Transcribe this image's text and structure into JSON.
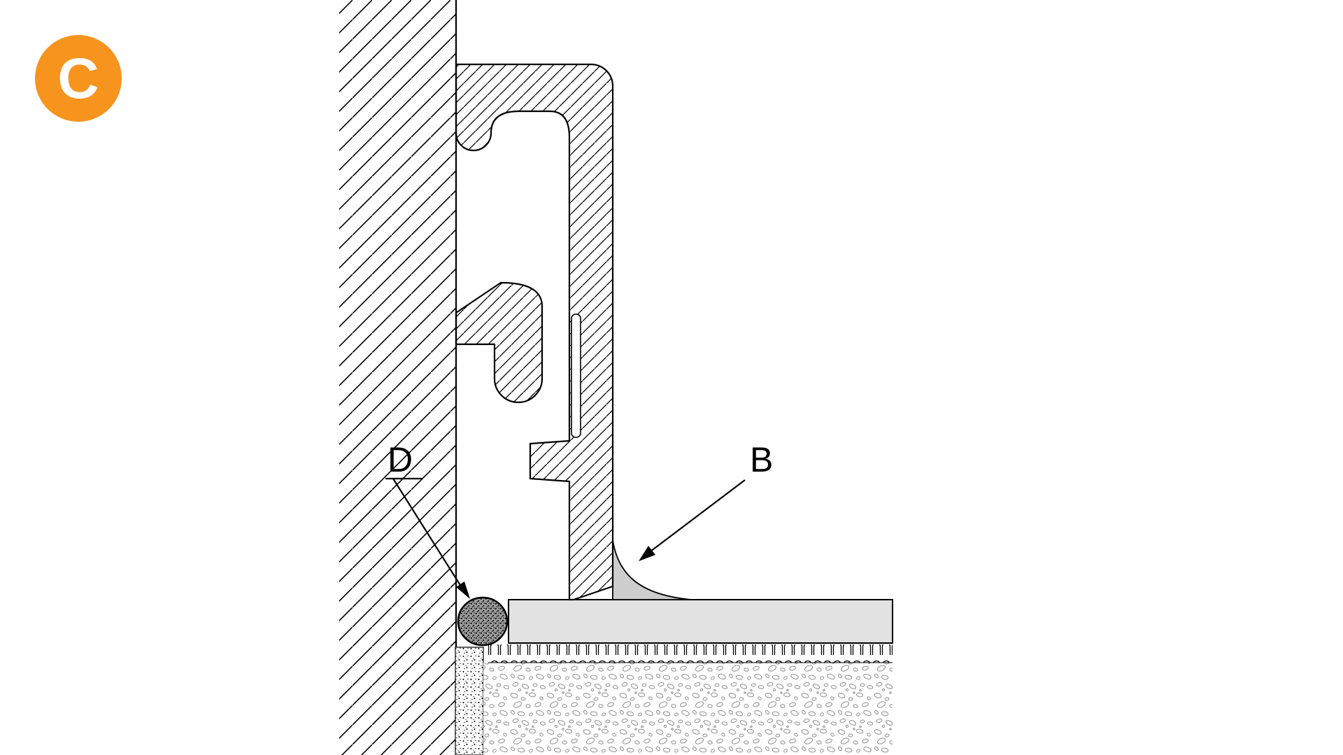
{
  "labels": {
    "badge": "C",
    "sealant_callout": "B",
    "gasket_callout": "D"
  },
  "colors": {
    "badge": "#F7941D",
    "badge_text": "#FFFFFF",
    "line": "#000000",
    "slab": "#E2E2E2",
    "sealant_fillet": "#CDCDCD",
    "gasket_base": "#9B9B9B"
  }
}
